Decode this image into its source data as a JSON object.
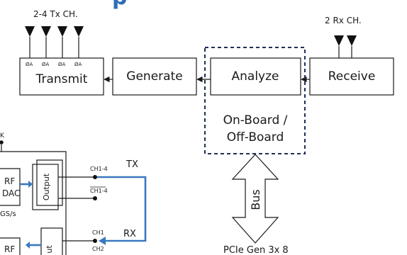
{
  "header": {
    "fragment": "p"
  },
  "tx_antennas_label": "2-4 Tx CH.",
  "rx_antennas_label": "2 Rx CH.",
  "port_labels": [
    "ØA",
    "ØA",
    "ØA",
    "ØA"
  ],
  "blocks": {
    "transmit": "Transmit",
    "generate": "Generate",
    "analyze": "Analyze",
    "receive": "Receive"
  },
  "onboard_label": {
    "line1": "On-Board /",
    "line2": "Off-Board"
  },
  "bus_label": "Bus",
  "pcie_label": "PCIe Gen 3x 8",
  "board": {
    "clk_label": "K",
    "rf_top": "RF",
    "dac": "DAC",
    "gs_label": "GS/s",
    "rf_bottom": "RF",
    "output_top": "Output",
    "output_bottom": "ut",
    "ch_top": "CH1-4",
    "ch_top_bar": "CH1-4",
    "ch1": "CH1",
    "ch2": "CH2",
    "tx": "TX",
    "rx": "RX"
  },
  "colors": {
    "accent_blue": "#3a78c0",
    "header_blue": "#2f6db5"
  }
}
